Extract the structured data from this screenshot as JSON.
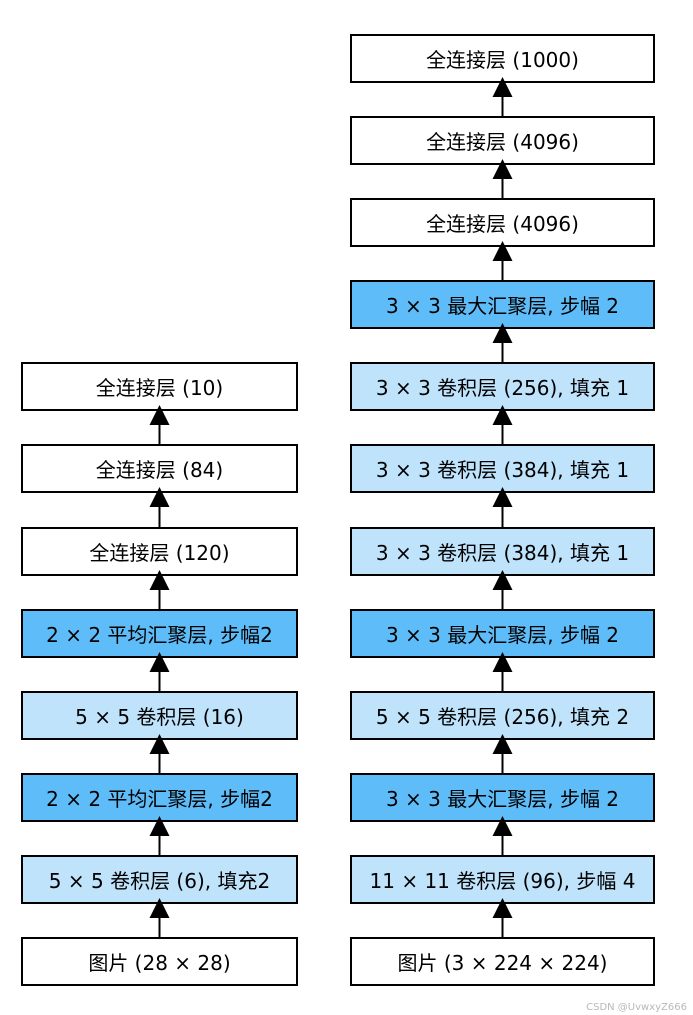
{
  "lenet": {
    "layers": [
      {
        "label": "图片 (28 × 28)",
        "kind": "img"
      },
      {
        "label": "5 × 5 卷积层 (6), 填充2",
        "kind": "conv"
      },
      {
        "label": "2 × 2 平均汇聚层, 步幅2",
        "kind": "pool"
      },
      {
        "label": "5 × 5 卷积层 (16)",
        "kind": "conv"
      },
      {
        "label": "2 × 2 平均汇聚层, 步幅2",
        "kind": "pool"
      },
      {
        "label": "全连接层 (120)",
        "kind": "fc"
      },
      {
        "label": "全连接层 (84)",
        "kind": "fc"
      },
      {
        "label": "全连接层 (10)",
        "kind": "fc"
      }
    ]
  },
  "alexnet": {
    "layers": [
      {
        "label": "图片 (3 × 224 × 224)",
        "kind": "img"
      },
      {
        "label": "11 × 11 卷积层 (96), 步幅 4",
        "kind": "conv"
      },
      {
        "label": "3 × 3 最大汇聚层, 步幅 2",
        "kind": "pool"
      },
      {
        "label": "5 × 5 卷积层 (256), 填充 2",
        "kind": "conv"
      },
      {
        "label": "3 × 3 最大汇聚层, 步幅 2",
        "kind": "pool"
      },
      {
        "label": "3 × 3 卷积层 (384), 填充 1",
        "kind": "conv"
      },
      {
        "label": "3 × 3 卷积层 (384), 填充 1",
        "kind": "conv"
      },
      {
        "label": "3 × 3 卷积层 (256), 填充 1",
        "kind": "conv"
      },
      {
        "label": "3 × 3 最大汇聚层, 步幅 2",
        "kind": "pool"
      },
      {
        "label": "全连接层 (4096)",
        "kind": "fc"
      },
      {
        "label": "全连接层 (4096)",
        "kind": "fc"
      },
      {
        "label": "全连接层 (1000)",
        "kind": "fc"
      }
    ]
  },
  "watermark": "CSDN @UvwxyZ666"
}
